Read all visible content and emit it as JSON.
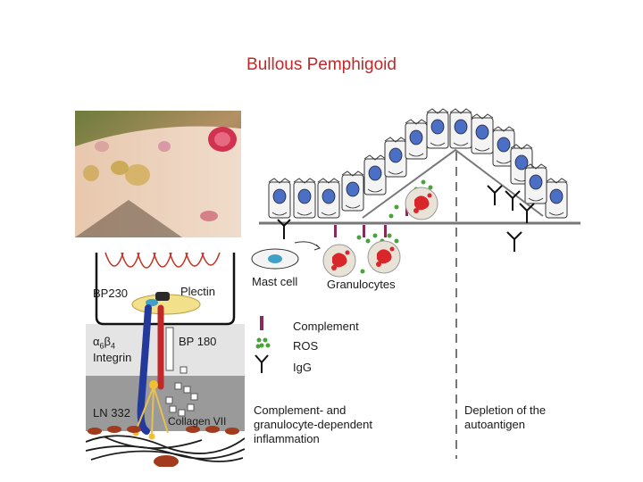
{
  "slide": {
    "title": "Bullous Pemphigoid"
  },
  "skin_photo": {
    "description_icon": "blistered-skin-photo"
  },
  "membrane_panel": {
    "bp230": "BP230",
    "plectin": "Plectin",
    "integrin_alpha": "α",
    "integrin_sub_alpha": "6",
    "integrin_beta": "β",
    "integrin_sub_beta": "4",
    "integrin": "Integrin",
    "bp180": "BP 180",
    "ln332": "LN 332",
    "collagen": "Collagen VII"
  },
  "mechanism_panel": {
    "mast_cell": "Mast cell",
    "granulocytes": "Granulocytes",
    "legend": {
      "complement": "Complement",
      "ros": "ROS",
      "igg": "IgG"
    },
    "left_caption": [
      "Complement- and",
      "granulocyte-dependent",
      "inflammation"
    ],
    "right_caption": [
      "Depletion of the",
      "autoantigen"
    ]
  }
}
